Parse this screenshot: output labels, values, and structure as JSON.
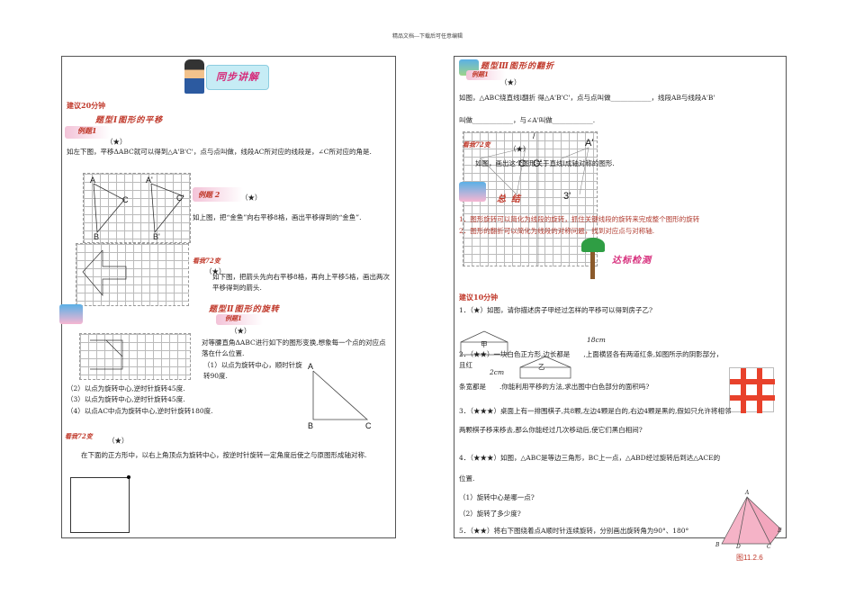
{
  "header": "精品文档---下载后可任意编辑",
  "left": {
    "banner": "同步讲解",
    "time1": "建议20分钟",
    "topic1": "题型Ⅰ图形的平移",
    "ex1_tag": "例题1",
    "star": "（★）",
    "ex1_text": "如左下图，平移ΔABC就可以得到△A'B'C'，点与点叫做，线段AC所对应的线段是，∠C所对应的角是.",
    "labels_fig1": {
      "A": "A",
      "B": "B",
      "C": "C",
      "A2": "A'",
      "B2": "B'",
      "C2": "C'"
    },
    "ex2_tag": "例题 2",
    "ex2_star": "（★）",
    "ex2_text": "如上图，把“金鱼”向右平移8格，画出平移得到的“金鱼”.",
    "look1_tag": "看我72变",
    "look1_star": "（★）",
    "look1_text": "如下图，把箭头先向右平移8格，再向上平移5格，画出两次平移得到的箭头.",
    "topic2": "题型Ⅱ图形的旋转",
    "ex3_tag": "例题1",
    "ex3_star": "（★）",
    "ex3_text1": "对等腰直角ΔABC进行如下的图形变换,想象每一个点的对应点落在什么位置.",
    "ex3_item1": "（1）以点为旋转中心，顺时针旋转90度.",
    "ex3_item2": "（2）以点为旋转中心,逆时针旋转45度.",
    "ex3_item3": "（3）以点为旋转中心,逆时针旋转45度.",
    "ex3_item4": "（4）以点AC中点为旋转中心,逆时针旋转180度.",
    "tri_labels": {
      "A": "A",
      "B": "B",
      "C": "C"
    },
    "look2_tag": "看我72变",
    "look2_star": "（★）",
    "look2_text": "在下面的正方形中，以右上角顶点为旋转中心，按逆时针旋转一定角度后使之与原图形成轴对称."
  },
  "right": {
    "topic3": "题型Ⅲ图形的翻折",
    "ex_tag": "例题1",
    "ex_star": "（★）",
    "ex_line1": "如图，△ABC绕直线l翻折 得△A'B'C'，点与点叫做____________，线段AB与线段A'B'",
    "ex_line2": "叫做____________，与∠A'叫做____________.",
    "look_tag": "看我72变",
    "look_star": "（★）",
    "look_text": "如图，画出这个图形关于直线l成轴对称的图形.",
    "fig_labels": {
      "slash": "/",
      "A": "A'",
      "C": "C",
      "C2": "C'",
      "B": "3'"
    },
    "summary_tag": "总结",
    "summary1": "1．图形旋转可以简化为线段的旋转，抓住关键线段的旋转来完成整个图形的旋转",
    "summary2": "2．图形的翻折可以简化为线段的对称问题，找到对应点与对称轴.",
    "banner2": "达标检测",
    "time2": "建议10分钟",
    "q1": "1．（★）如图，请你描述房子甲经过怎样的平移可以得到房子乙?",
    "house1": "甲",
    "house2": "乙",
    "dim1": "18cm",
    "dim2": "2cm",
    "q2a": "2．（★★）一块白色正方形,边长都是　　,上面横竖各有两道红条,如图所示的阴影部分，且红",
    "q2b": "条宽都是　　.你能利用平移的方法,求出图中白色部分的面积吗?",
    "q3a": "3．（★★★）桌面上有一排围棋子,共8颗,左边4颗是白的,右边4颗是黑的,假如只允许将相邻",
    "q3b": "两颗棋子移来移去,那么你能经过几次移动后,使它们黑白相间?",
    "q4a": "4．（★★★）如图，△ABC是等边三角形，BC上一点，△ABD经过旋转后到达△ACE的",
    "q4b": "位置.",
    "q4_1": "（1）旋转中心是哪一点?",
    "q4_2": "（2）旋转了多少度?",
    "q5": "5．（★★）将右下图绕着点A顺时针连续旋转，分别画出旋转角为90°、180°",
    "fig_caption": "图11.2.6",
    "fig_pts": {
      "A": "A",
      "B": "B",
      "D": "D",
      "C": "C",
      "E": "E"
    }
  },
  "colors": {
    "accent": "#c0392b",
    "red_block": "#e8412b"
  }
}
